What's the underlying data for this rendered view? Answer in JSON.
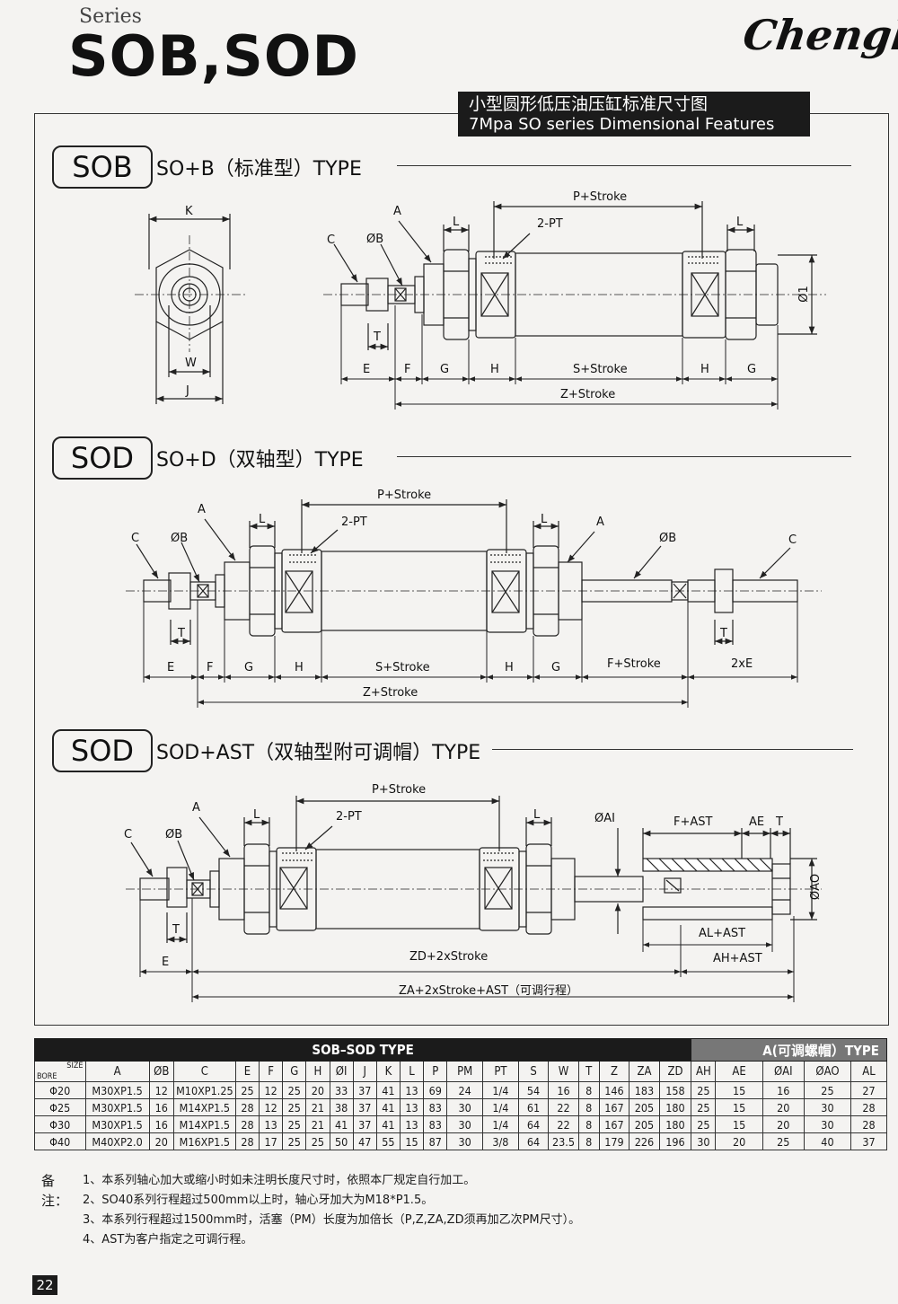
{
  "header": {
    "series": "Series",
    "title": "SOB,SOD",
    "brand": "Chengli"
  },
  "banner": {
    "cn": "小型圆形低压油压缸标准尺寸图",
    "en": "7Mpa SO series Dimensional Features"
  },
  "sections": [
    {
      "badge": "SOB",
      "title": "SO+B（标准型）TYPE"
    },
    {
      "badge": "SOD",
      "title": "SO+D（双轴型）TYPE"
    },
    {
      "badge": "SOD",
      "title": "SOD+AST（双轴型附可调帽）TYPE"
    }
  ],
  "sob_labels": {
    "K": "K",
    "W": "W",
    "J": "J",
    "C": "C",
    "B": "ØB",
    "A": "A",
    "L1": "L",
    "PT": "2-PT",
    "PS": "P+Stroke",
    "L2": "L",
    "D1": "Ø1",
    "T": "T",
    "E": "E",
    "F": "F",
    "G1": "G",
    "H1": "H",
    "SS": "S+Stroke",
    "H2": "H",
    "G2": "G",
    "ZS": "Z+Stroke"
  },
  "sod_labels": {
    "C1": "C",
    "B1": "ØB",
    "A1": "A",
    "L1": "L",
    "PS": "P+Stroke",
    "PT": "2-PT",
    "L2": "L",
    "A2": "A",
    "B2": "ØB",
    "C2": "C",
    "T1": "T",
    "T2": "T",
    "E": "E",
    "F": "F",
    "G1": "G",
    "H1": "H",
    "SS": "S+Stroke",
    "H2": "H",
    "G2": "G",
    "FS": "F+Stroke",
    "XE": "2xE",
    "ZS": "Z+Stroke"
  },
  "ast_labels": {
    "C": "C",
    "B": "ØB",
    "A": "A",
    "L1": "L",
    "PS": "P+Stroke",
    "PT": "2-PT",
    "L2": "L",
    "AI": "ØAI",
    "FAST": "F+AST",
    "AE": "AE",
    "T2": "T",
    "AO": "ØAO",
    "T1": "T",
    "E": "E",
    "ZD": "ZD+2xStroke",
    "ALAST": "AL+AST",
    "AHAST": "AH+AST",
    "ZA": "ZA+2xStroke+AST（可调行程）"
  },
  "table": {
    "title": "SOB–SOD TYPE",
    "a_title": "A(可调螺帽）TYPE",
    "bore_label": "BORE",
    "size_label": "SIZE",
    "columns": [
      "A",
      "ØB",
      "C",
      "E",
      "F",
      "G",
      "H",
      "ØI",
      "J",
      "K",
      "L",
      "P",
      "PM",
      "PT",
      "S",
      "W",
      "T",
      "Z",
      "ZA",
      "ZD",
      "AH",
      "AE",
      "ØAI",
      "ØAO",
      "AL"
    ],
    "rows": [
      {
        "bore": "Φ20",
        "cells": [
          "M30XP1.5",
          "12",
          "M10XP1.25",
          "25",
          "12",
          "25",
          "20",
          "33",
          "37",
          "41",
          "13",
          "69",
          "24",
          "1/4",
          "54",
          "16",
          "8",
          "146",
          "183",
          "158",
          "25",
          "15",
          "16",
          "25",
          "27"
        ]
      },
      {
        "bore": "Φ25",
        "cells": [
          "M30XP1.5",
          "16",
          "M14XP1.5",
          "28",
          "12",
          "25",
          "21",
          "38",
          "37",
          "41",
          "13",
          "83",
          "30",
          "1/4",
          "61",
          "22",
          "8",
          "167",
          "205",
          "180",
          "25",
          "15",
          "20",
          "30",
          "28"
        ]
      },
      {
        "bore": "Φ30",
        "cells": [
          "M30XP1.5",
          "16",
          "M14XP1.5",
          "28",
          "13",
          "25",
          "21",
          "41",
          "37",
          "41",
          "13",
          "83",
          "30",
          "1/4",
          "64",
          "22",
          "8",
          "167",
          "205",
          "180",
          "25",
          "15",
          "20",
          "30",
          "28"
        ]
      },
      {
        "bore": "Φ40",
        "cells": [
          "M40XP2.0",
          "20",
          "M16XP1.5",
          "28",
          "17",
          "25",
          "25",
          "50",
          "47",
          "55",
          "15",
          "87",
          "30",
          "3/8",
          "64",
          "23.5",
          "8",
          "179",
          "226",
          "196",
          "30",
          "20",
          "25",
          "40",
          "37"
        ]
      }
    ]
  },
  "notes": {
    "head": "备注：",
    "items": [
      "1、本系列轴心加大或缩小时如未注明长度尺寸时，依照本厂规定自行加工。",
      "2、SO40系列行程超过500mm以上时，轴心牙加大为M18*P1.5。",
      "3、本系列行程超过1500mm时，活塞（PM）长度为加倍长（P,Z,ZA,ZD须再加乙次PM尺寸）。",
      "4、AST为客户指定之可调行程。"
    ]
  },
  "page": {
    "number": "22"
  }
}
